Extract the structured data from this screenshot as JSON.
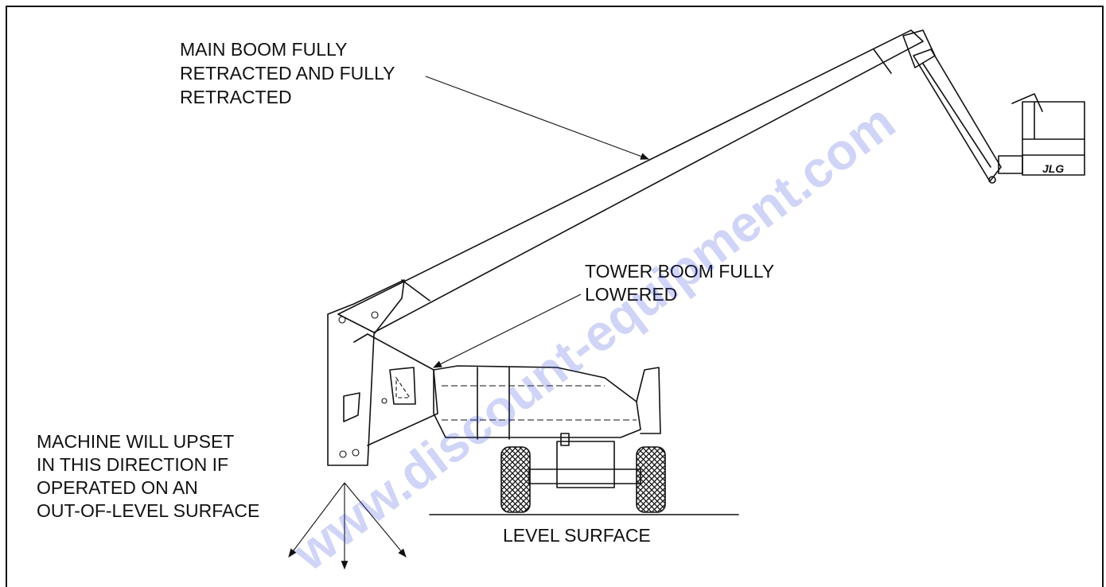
{
  "callouts": {
    "main_boom": [
      "MAIN BOOM FULLY",
      "RETRACTED AND FULLY",
      "RETRACTED"
    ],
    "tower_boom": [
      "TOWER BOOM FULLY",
      "LOWERED"
    ],
    "upset": [
      "MACHINE WILL UPSET",
      "IN THIS DIRECTION IF",
      "OPERATED ON AN",
      "OUT-OF-LEVEL SURFACE"
    ],
    "level_surface": "LEVEL SURFACE"
  },
  "platform_logo": "JLG",
  "watermark": "www.discount-equipment.com",
  "colors": {
    "line": "#111111",
    "watermark": "#2c3fd8",
    "tire_hatch": "#111111"
  }
}
